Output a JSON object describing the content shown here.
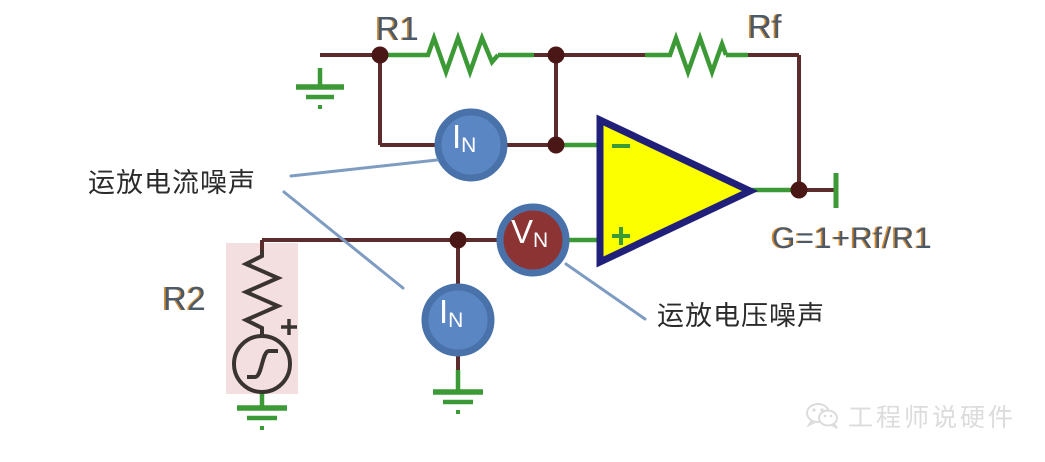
{
  "figure": {
    "kind": "op-amp-noise-circuit-schematic",
    "background": "#ffffff"
  },
  "labels": {
    "r1": "R1",
    "rf": "Rf",
    "r2": "R2",
    "gain_formula": "G=1+Rf/R1",
    "current_noise_note": "运放电流噪声",
    "voltage_noise_note": "运放电压噪声"
  },
  "sources": {
    "in_top": {
      "symbol": "I",
      "subscript": "N"
    },
    "in_bottom": {
      "symbol": "I",
      "subscript": "N"
    },
    "vn": {
      "symbol": "V",
      "subscript": "N"
    }
  },
  "opamp": {
    "inverting_pin": "−",
    "noninverting_pin": "+"
  },
  "r2_source": {
    "polarity": "+"
  },
  "colors": {
    "wire": "#5c2b2b",
    "lead_green": "#3c9a36",
    "resistor_green": "#3c9a36",
    "node_dot": "#4a1616",
    "opamp_fill": "#fbff00",
    "opamp_border": "#20207a",
    "current_source_fill": "#5b86c4",
    "current_source_ring": "#4a72aa",
    "voltage_source_fill": "#8c3434",
    "voltage_source_ring": "#4a72aa",
    "r2_highlight": "#f3dfe0",
    "leader_line": "#7e9cc2",
    "refdes_body": "#4a5a6a",
    "refdes_fringe": "#d98a2b",
    "watermark": "#dcdcdc"
  },
  "watermark": {
    "text": "工程师说硬件",
    "icon": "wechat-icon"
  }
}
